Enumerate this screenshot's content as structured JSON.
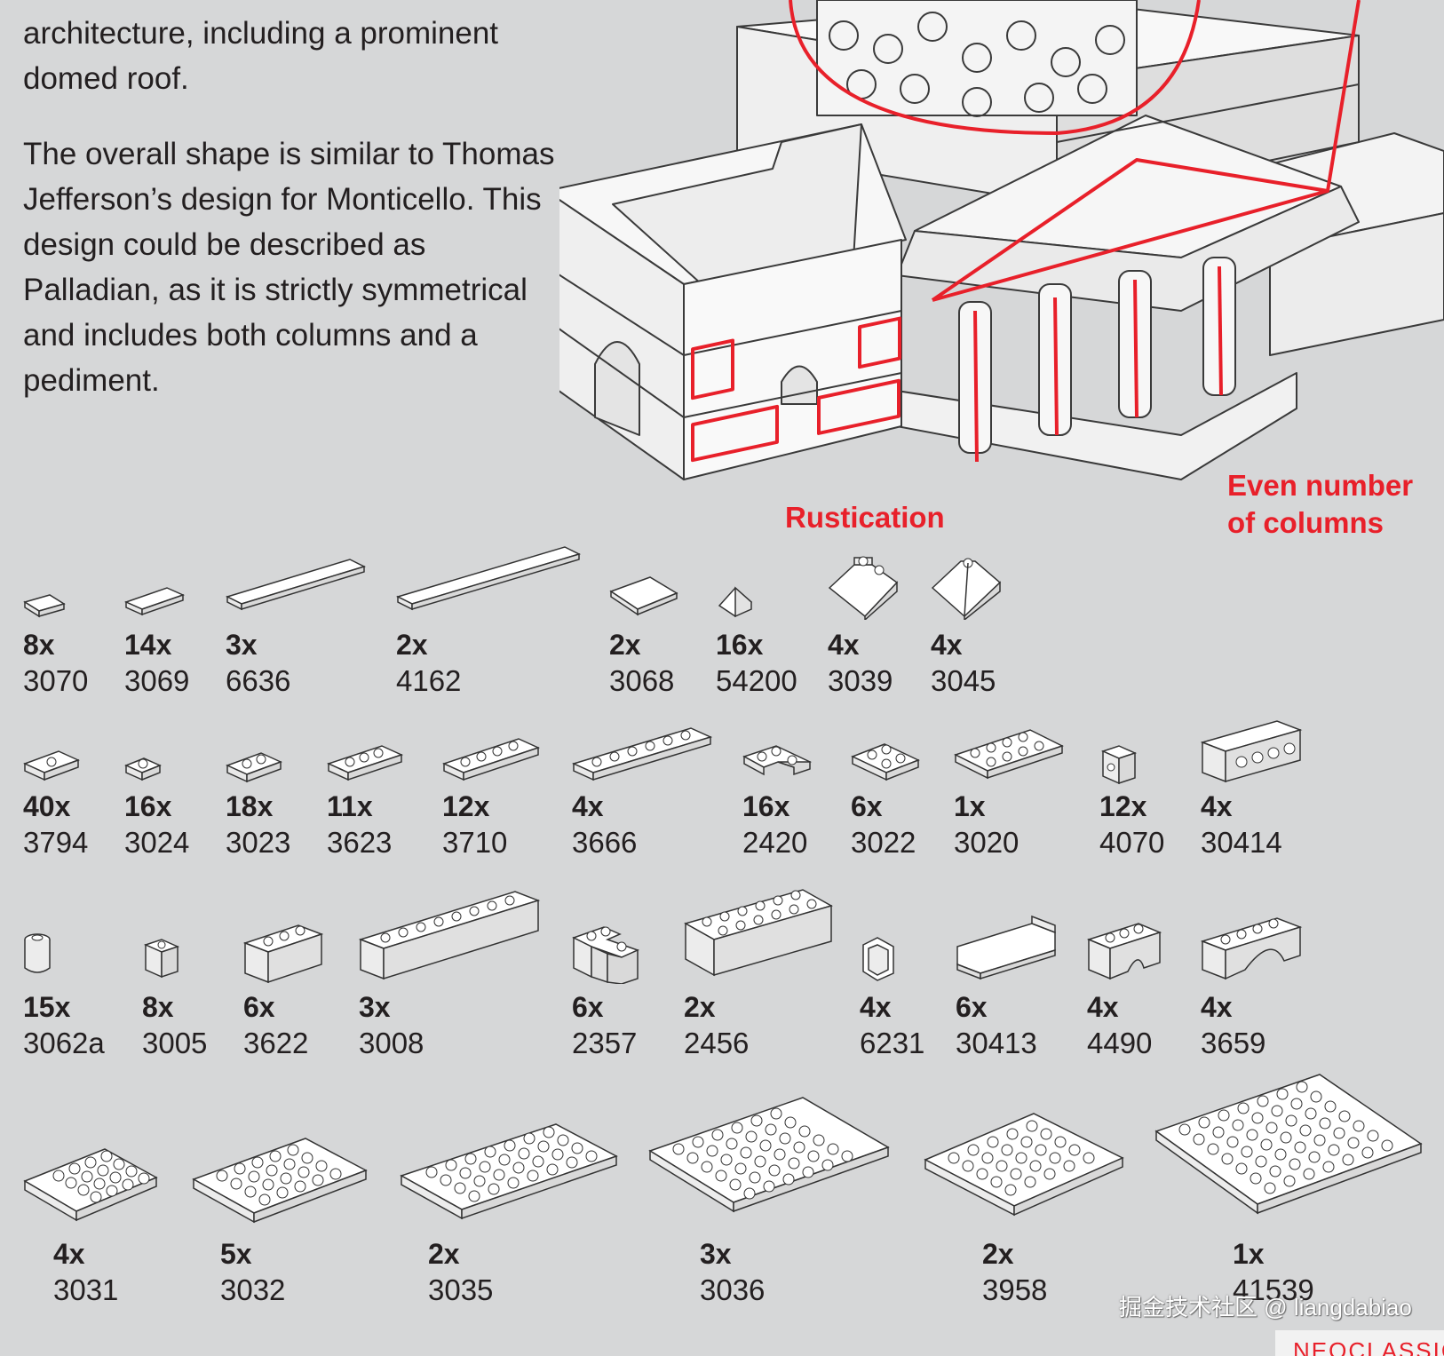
{
  "intro": {
    "paragraph1": "architecture, including a prominent domed roof.",
    "paragraph2": "The overall shape is similar to Thomas Jefferson’s design for Monticello. This design could be described as Palladian, as it is strictly symmetrical and includes both columns and a pediment."
  },
  "annotations": {
    "rustication": "Rustication",
    "even_columns_line1": "Even number",
    "even_columns_line2": "of columns"
  },
  "parts": {
    "row1": [
      {
        "qty": "8x",
        "num": "3070",
        "shape": "tile"
      },
      {
        "qty": "14x",
        "num": "3069",
        "shape": "tile"
      },
      {
        "qty": "3x",
        "num": "6636",
        "shape": "tile"
      },
      {
        "qty": "2x",
        "num": "4162",
        "shape": "tile"
      },
      {
        "qty": "2x",
        "num": "3068",
        "shape": "tile"
      },
      {
        "qty": "16x",
        "num": "54200",
        "shape": "slope"
      },
      {
        "qty": "4x",
        "num": "3039",
        "shape": "slope"
      },
      {
        "qty": "4x",
        "num": "3045",
        "shape": "slope"
      }
    ],
    "row2": [
      {
        "qty": "40x",
        "num": "3794",
        "shape": "jumper"
      },
      {
        "qty": "16x",
        "num": "3024",
        "shape": "plate"
      },
      {
        "qty": "18x",
        "num": "3023",
        "shape": "plate"
      },
      {
        "qty": "11x",
        "num": "3623",
        "shape": "plate"
      },
      {
        "qty": "12x",
        "num": "3710",
        "shape": "plate"
      },
      {
        "qty": "4x",
        "num": "3666",
        "shape": "plate"
      },
      {
        "qty": "16x",
        "num": "2420",
        "shape": "plate"
      },
      {
        "qty": "6x",
        "num": "3022",
        "shape": "plate"
      },
      {
        "qty": "1x",
        "num": "3020",
        "shape": "plate"
      },
      {
        "qty": "12x",
        "num": "4070",
        "shape": "brick"
      },
      {
        "qty": "4x",
        "num": "30414",
        "shape": "brick"
      }
    ],
    "row3": [
      {
        "qty": "15x",
        "num": "3062a",
        "shape": "round"
      },
      {
        "qty": "8x",
        "num": "3005",
        "shape": "brick"
      },
      {
        "qty": "6x",
        "num": "3622",
        "shape": "brick"
      },
      {
        "qty": "3x",
        "num": "3008",
        "shape": "brick"
      },
      {
        "qty": "6x",
        "num": "2357",
        "shape": "brick"
      },
      {
        "qty": "2x",
        "num": "2456",
        "shape": "brick"
      },
      {
        "qty": "4x",
        "num": "6231",
        "shape": "panel"
      },
      {
        "qty": "6x",
        "num": "30413",
        "shape": "panel"
      },
      {
        "qty": "4x",
        "num": "4490",
        "shape": "arch"
      },
      {
        "qty": "4x",
        "num": "3659",
        "shape": "arch"
      }
    ],
    "row4": [
      {
        "qty": "4x",
        "num": "3031",
        "shape": "baseplate"
      },
      {
        "qty": "5x",
        "num": "3032",
        "shape": "baseplate"
      },
      {
        "qty": "2x",
        "num": "3035",
        "shape": "baseplate"
      },
      {
        "qty": "3x",
        "num": "3036",
        "shape": "baseplate"
      },
      {
        "qty": "2x",
        "num": "3958",
        "shape": "baseplate"
      },
      {
        "qty": "1x",
        "num": "41539",
        "shape": "baseplate"
      }
    ]
  },
  "watermark": "掘金技术社区 @ liangdabiao",
  "footer_tag": "NEOCLASSIC",
  "colors": {
    "accent": "#e8202a",
    "background": "#d6d7d8",
    "brick": "#ffffff",
    "outline": "#3a3a3a"
  }
}
